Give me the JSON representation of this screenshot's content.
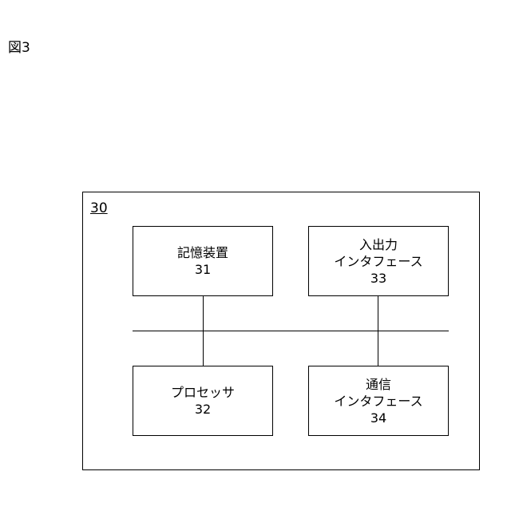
{
  "figure_label": "図3",
  "system": {
    "ref": "30"
  },
  "nodes": {
    "memory": {
      "label": "記憶装置",
      "ref": "31"
    },
    "processor": {
      "label": "プロセッサ",
      "ref": "32"
    },
    "io": {
      "label_line1": "入出力",
      "label_line2": "インタフェース",
      "ref": "33"
    },
    "comm": {
      "label_line1": "通信",
      "label_line2": "インタフェース",
      "ref": "34"
    }
  }
}
